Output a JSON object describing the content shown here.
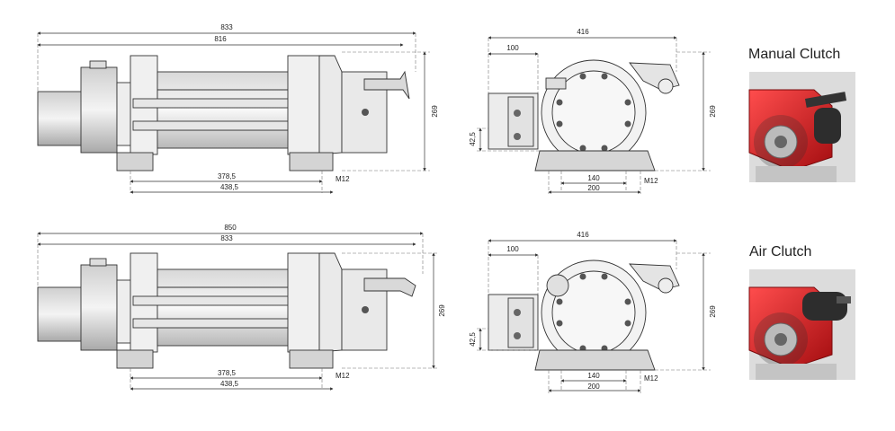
{
  "rows": [
    {
      "clutch": "Manual Clutch",
      "side": {
        "overall": "833",
        "drum": "816",
        "h1": "378,5",
        "h2": "438,5",
        "bolt": "M12",
        "height": "269"
      },
      "front": {
        "width": "416",
        "offset": "100",
        "height": "269",
        "base": "42,5",
        "b1": "140",
        "b2": "200",
        "bolt": "M12"
      }
    },
    {
      "clutch": "Air Clutch",
      "side": {
        "overall": "850",
        "drum": "833",
        "h1": "378,5",
        "h2": "438,5",
        "bolt": "M12",
        "height": "269"
      },
      "front": {
        "width": "416",
        "offset": "100",
        "height": "269",
        "base": "42,5",
        "b1": "140",
        "b2": "200",
        "bolt": "M12"
      }
    }
  ],
  "colors": {
    "housing": "#e8e8e8",
    "accent_red": "#d6191f",
    "photo_bg": "#dcdcdc"
  }
}
